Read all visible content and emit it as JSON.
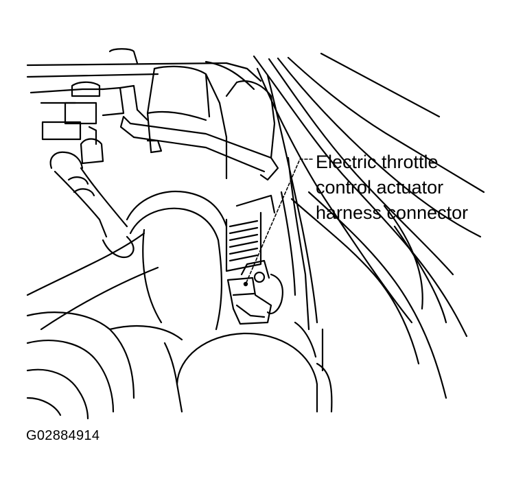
{
  "callout": {
    "lines": [
      "Electric throttle",
      "control actuator",
      "harness connector"
    ]
  },
  "figure_id": "G02884914",
  "colors": {
    "ink": "#000000",
    "paper": "#ffffff"
  }
}
